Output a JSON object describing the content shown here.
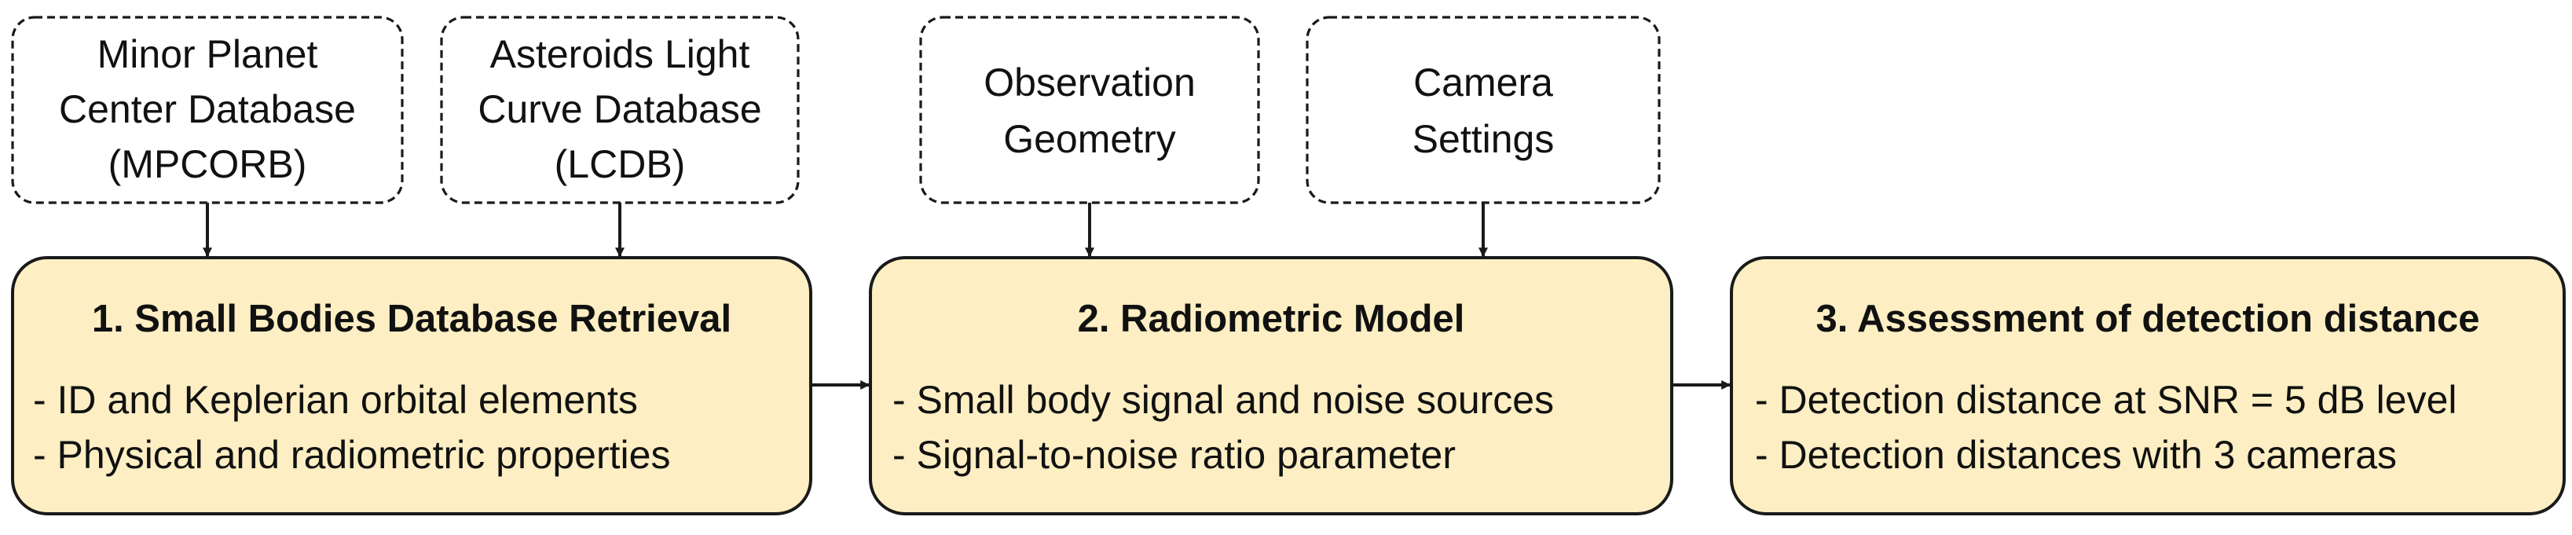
{
  "colors": {
    "box_fill": "#fdefc3",
    "stroke": "#1a1a1a",
    "background": "#ffffff"
  },
  "sources": [
    {
      "lines": [
        "Minor Planet",
        "Center Database",
        "(MPCORB)"
      ]
    },
    {
      "lines": [
        "Asteroids Light",
        "Curve Database",
        "(LCDB)"
      ]
    },
    {
      "lines": [
        "Observation",
        "Geometry"
      ]
    },
    {
      "lines": [
        "Camera",
        "Settings"
      ]
    }
  ],
  "stages": [
    {
      "title": "1. Small Bodies Database Retrieval",
      "bullets": [
        "- ID and Keplerian orbital elements",
        "- Physical and radiometric properties"
      ]
    },
    {
      "title": "2. Radiometric Model",
      "bullets": [
        "- Small body signal and noise sources",
        "- Signal-to-noise ratio parameter"
      ]
    },
    {
      "title": "3. Assessment of detection distance",
      "bullets": [
        "- Detection distance at SNR = 5 dB level",
        "- Detection distances with 3 cameras"
      ]
    }
  ]
}
